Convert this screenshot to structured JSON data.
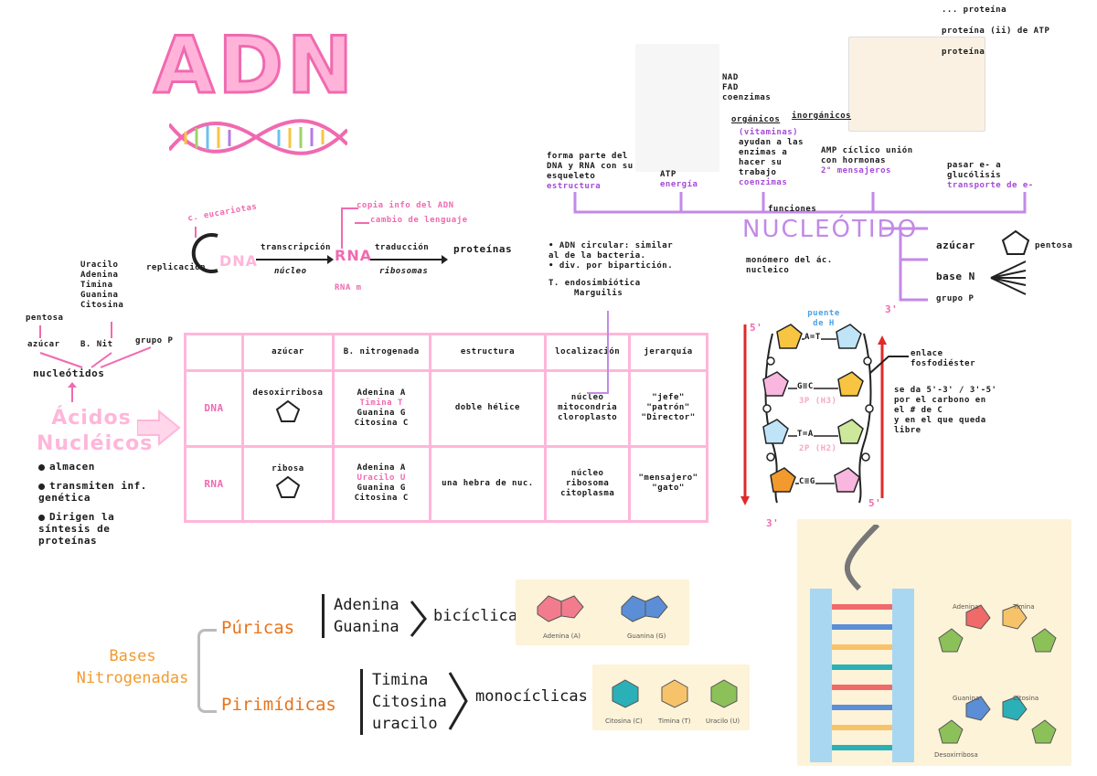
{
  "title": "ADN",
  "flow": {
    "replicacion": "replicación",
    "dna": "DNA",
    "rna": "RNA",
    "transcripcion": "transcripción",
    "nucleo": "núcleo",
    "traduccion": "traducción",
    "ribosomas": "ribosomas",
    "proteinas": "proteínas",
    "c_eucariotas": "c. eucariotas",
    "copia_info": "copia info del ADN",
    "cambio_lenguaje": "cambio de lenguaje",
    "rna_extra": "RNA m"
  },
  "left_tree": {
    "bases_list": [
      "Uracilo",
      "Adenina",
      "Timina",
      "Guanina",
      "Citosina"
    ],
    "pentosa": "pentosa",
    "azucar": "azúcar",
    "base_nit": "B. Nit",
    "grupo_p": "grupo P",
    "nucleotidos": "nucleótidos",
    "acidos_nucleicos": "Ácidos Nucléicos",
    "bullets": [
      "almacen",
      "transmiten inf. genética",
      "Dirigen la síntesis de proteínas"
    ]
  },
  "table": {
    "headers": [
      "azúcar",
      "B. nitrogenada",
      "estructura",
      "localización",
      "jerarquía"
    ],
    "rows": [
      {
        "label": "DNA",
        "azucar": "desoxirribosa",
        "bases": [
          "Adenina A",
          "Timina T",
          "Guanina G",
          "Citosina C"
        ],
        "estructura": "doble hélice",
        "localizacion": [
          "núcleo",
          "mitocondria",
          "cloroplasto"
        ],
        "jerarquia": [
          "\"jefe\"",
          "\"patrón\"",
          "\"Director\""
        ]
      },
      {
        "label": "RNA",
        "azucar": "ribosa",
        "bases": [
          "Adenina A",
          "Uracilo U",
          "Guanina G",
          "Citosina C"
        ],
        "estructura": "una hebra de nuc.",
        "localizacion": [
          "núcleo",
          "ribosoma",
          "citoplasma"
        ],
        "jerarquia": [
          "\"mensajero\"",
          "\"gato\""
        ]
      }
    ]
  },
  "nucleotido": {
    "title": "NUCLEÓTIDO",
    "funciones": "funciones",
    "monomero": "monómero del ác. nucleico",
    "components": [
      "azúcar",
      "base N",
      "grupo P"
    ],
    "pentosa": "pentosa",
    "func_items": [
      {
        "text": "forma parte del DNA y RNA con su esqueleto",
        "tag": "estructura"
      },
      {
        "text": "ATP",
        "tag": "energía"
      },
      {
        "text": "ayudan a las enzimas a hacer su trabajo",
        "tag": "coenzimas",
        "pre": "(vitaminas)"
      },
      {
        "text": "AMP cíclico unión con hormonas",
        "tag": "2° mensajeros"
      },
      {
        "text": "pasar e- a glucólisis",
        "tag": "transporte de e-"
      }
    ],
    "top_notes": [
      "NAD",
      "FAD",
      "coenzimas"
    ],
    "inorganicos": "inorgánicos",
    "organicos": "orgánicos",
    "proteina_chain": [
      "... proteína",
      "proteína (ii) de ATP",
      "proteína"
    ]
  },
  "mito": {
    "lines": [
      "• ADN circular: similar al de la bacteria.",
      "• div. por bipartición."
    ],
    "teoria": "T. endosimbiótica",
    "marguilis": "Marguilis"
  },
  "helix": {
    "labels_5": "5'",
    "labels_3": "3'",
    "pairs": [
      "A=T",
      "G≡C",
      "T=A",
      "C≡G"
    ],
    "puente": "puente de H",
    "enlace": "enlace fosfodiéster",
    "notes": [
      "se da 5'-3' / 3'-5'",
      "por el carbono en el # de C",
      "y en el que queda libre"
    ],
    "h2": "2P (H2)",
    "h3": "3P (H3)"
  },
  "bases_section": {
    "title": "Bases Nitrogenadas",
    "puricas": "Púricas",
    "pirimidicas": "Pirimídicas",
    "puricas_items": [
      "Adenina",
      "Guanina"
    ],
    "pirimidicas_items": [
      "Timina",
      "Citosina",
      "uracilo"
    ],
    "biciclicas": "bicíclicas",
    "monociclicas": "monocíclicas",
    "fig1_labels": [
      "Adenina (A)",
      "Guanina (G)"
    ],
    "fig2_labels": [
      "Citosina (C)",
      "Timina (T)",
      "Uracilo (U)"
    ],
    "fig3_labels": [
      "Adenina",
      "Timina",
      "Guanina",
      "Citosina",
      "Desoxirribosa"
    ]
  },
  "colors": {
    "pink": "#f06ab0",
    "light_pink": "#ffb6da",
    "purple": "#a54ad8",
    "orange": "#f29a2e"
  }
}
